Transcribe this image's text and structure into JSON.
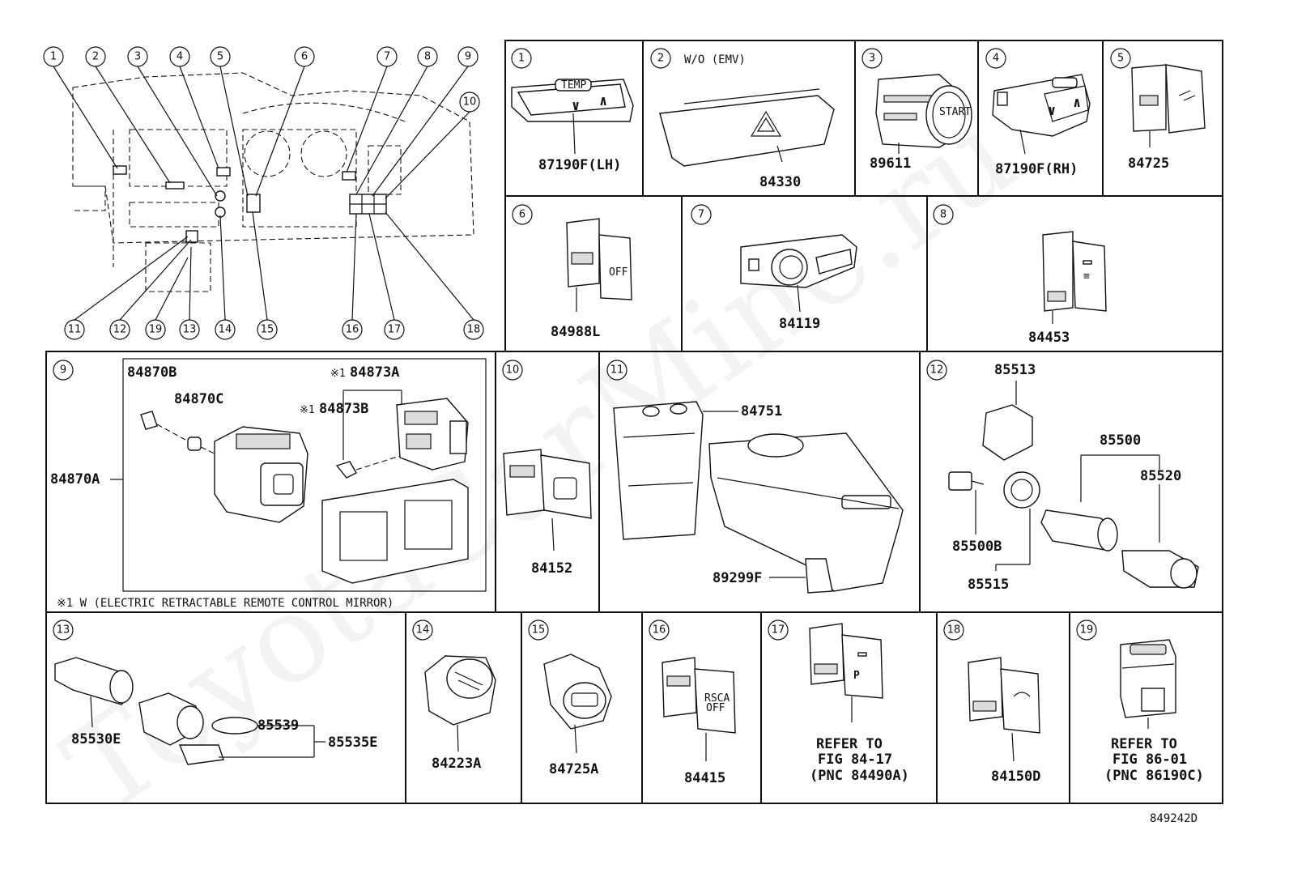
{
  "callouts": [
    "1",
    "2",
    "3",
    "4",
    "5",
    "6",
    "7",
    "8",
    "9",
    "10",
    "11",
    "12",
    "13",
    "14",
    "15",
    "16",
    "17",
    "18",
    "19"
  ],
  "cells": {
    "c1": {
      "num": "1",
      "part": "87190F(LH)"
    },
    "c2": {
      "num": "2",
      "note": "W/O (EMV)",
      "part": "84330"
    },
    "c3": {
      "num": "3",
      "part": "89611"
    },
    "c4": {
      "num": "4",
      "part": "87190F(RH)"
    },
    "c5": {
      "num": "5",
      "part": "84725"
    },
    "c6": {
      "num": "6",
      "part": "84988L"
    },
    "c7": {
      "num": "7",
      "part": "84119"
    },
    "c8": {
      "num": "8",
      "part": "84453"
    },
    "c9": {
      "num": "9",
      "parts": [
        "84870B",
        "84870C",
        "84870A",
        "84873A",
        "84873B"
      ],
      "mark": "※1",
      "footnote": "※1 W (ELECTRIC RETRACTABLE REMOTE CONTROL MIRROR)"
    },
    "c10": {
      "num": "10",
      "part": "84152"
    },
    "c11": {
      "num": "11",
      "parts": [
        "84751",
        "89299F"
      ]
    },
    "c12": {
      "num": "12",
      "parts": [
        "85513",
        "85500",
        "85520",
        "85500B",
        "85515"
      ]
    },
    "c13": {
      "num": "13",
      "parts": [
        "85530E",
        "85539",
        "85535E"
      ]
    },
    "c14": {
      "num": "14",
      "part": "84223A"
    },
    "c15": {
      "num": "15",
      "part": "84725A"
    },
    "c16": {
      "num": "16",
      "part": "84415"
    },
    "c17": {
      "num": "17",
      "ref": [
        "REFER TO",
        "FIG 84-17",
        "(PNC 84490A)"
      ]
    },
    "c18": {
      "num": "18",
      "part": "84150D"
    },
    "c19": {
      "num": "19",
      "ref": [
        "REFER TO",
        "FIG 86-01",
        "(PNC 86190C)"
      ]
    }
  },
  "diagram_id": "849242D",
  "watermark": "ToyotaCarMine.ru"
}
